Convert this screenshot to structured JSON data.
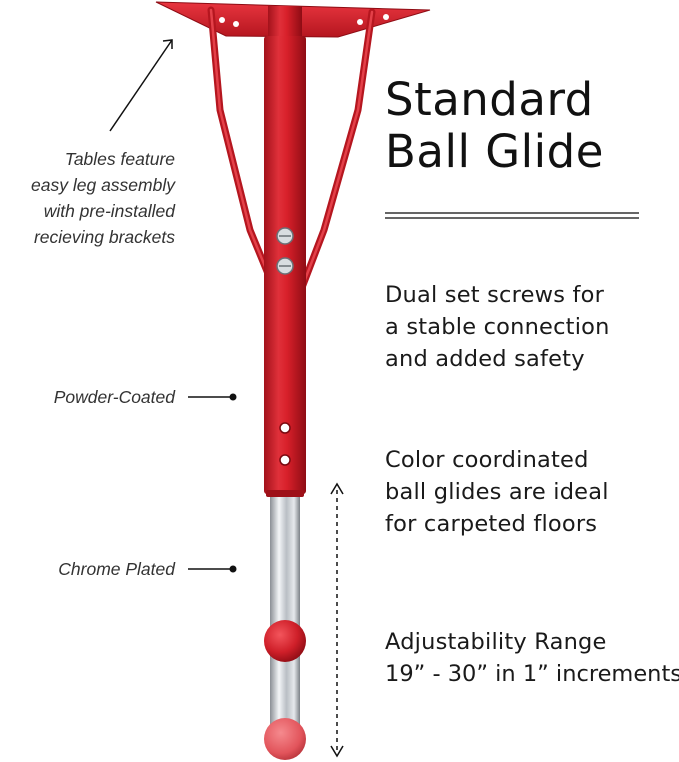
{
  "title": {
    "lines": [
      "Standard",
      "Ball Glide"
    ]
  },
  "callouts": {
    "assembly": [
      "Tables feature",
      "easy leg assembly",
      "with pre-installed",
      "recieving brackets"
    ],
    "powder": "Powder-Coated",
    "chrome": "Chrome Plated"
  },
  "features": {
    "screws": [
      "Dual set screws for",
      "a stable connection",
      "and added safety"
    ],
    "glides": [
      "Color coordinated",
      "ball glides are ideal",
      "for carpeted floors"
    ],
    "range": [
      "Adjustability Range",
      "19” - 30” in 1” increments"
    ]
  },
  "colors": {
    "leg_red": "#d8202a",
    "leg_red_dark": "#9e1018",
    "chrome": "#c8ccd0",
    "text": "#111111"
  }
}
